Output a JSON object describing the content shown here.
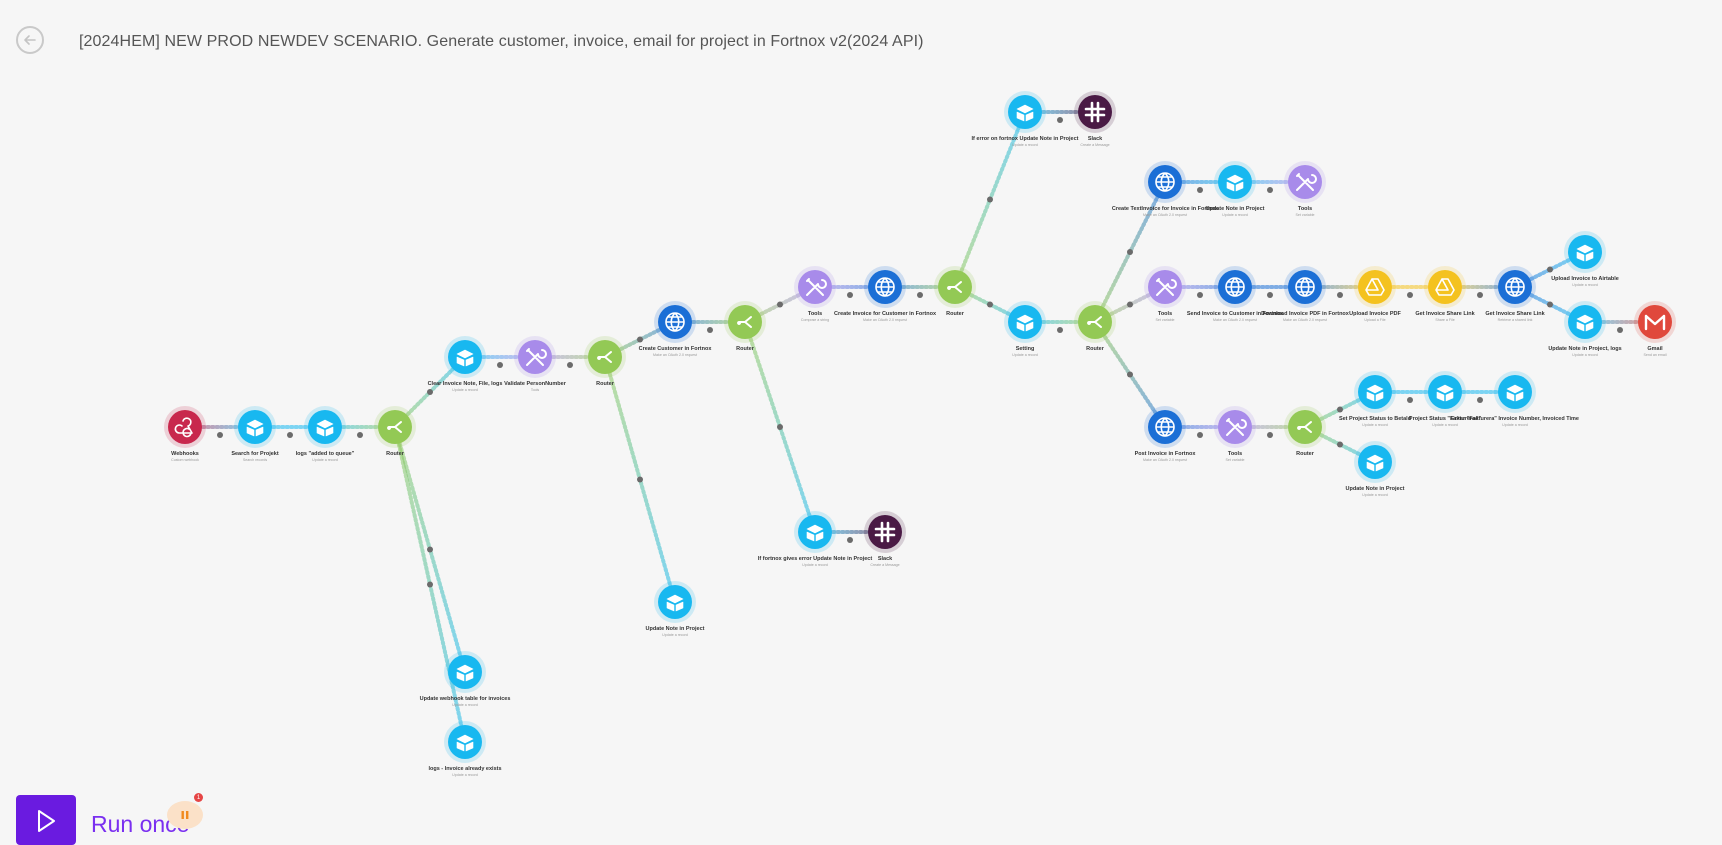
{
  "header": {
    "title": "[2024HEM] NEW PROD NEWDEV SCENARIO. Generate customer, invoice, email for project in Fortnox v2(2024 API)"
  },
  "footer": {
    "run_label": "Run once",
    "schedule_badge": "1"
  },
  "colors": {
    "airtable": "#18b8f0",
    "http": "#1b6fd6",
    "router": "#93c955",
    "tools": "#a88bea",
    "webhooks": "#c8284d",
    "slack": "#4a1a45",
    "gdrive": "#f4c21f",
    "gmail": "#e0483c",
    "accent": "#6a1be0"
  },
  "nodes": [
    {
      "id": "webhooks",
      "label": "Webhooks",
      "sub": "Custom webhook",
      "type": "webhooks"
    },
    {
      "id": "search_projekt",
      "label": "Search for Projekt",
      "sub": "Search records",
      "type": "airtable"
    },
    {
      "id": "logs_queue",
      "label": "logs \"added to queue\"",
      "sub": "Update a record",
      "type": "airtable"
    },
    {
      "id": "router1",
      "label": "Router",
      "sub": "",
      "type": "router"
    },
    {
      "id": "clear_invoice",
      "label": "Clear Invoice Note, File, logs",
      "sub": "Update a record",
      "type": "airtable"
    },
    {
      "id": "validate_pn",
      "label": "Validate PersonNumber",
      "sub": "Tools",
      "type": "tools"
    },
    {
      "id": "router2",
      "label": "Router",
      "sub": "",
      "type": "router"
    },
    {
      "id": "create_customer",
      "label": "Create Customer in Fortnox",
      "sub": "Make an OAuth 2.0 request",
      "type": "http"
    },
    {
      "id": "router3",
      "label": "Router",
      "sub": "",
      "type": "router"
    },
    {
      "id": "tools_a",
      "label": "Tools",
      "sub": "Compose a string",
      "type": "tools"
    },
    {
      "id": "create_inv_cust",
      "label": "Create Invoice for Customer in Fortnox",
      "sub": "Make an OAuth 2.0 request",
      "type": "http"
    },
    {
      "id": "router4",
      "label": "Router",
      "sub": "",
      "type": "router"
    },
    {
      "id": "err_update_note",
      "label": "If error on fortnox Update Note in Project",
      "sub": "Update a record",
      "type": "airtable"
    },
    {
      "id": "slack_top",
      "label": "Slack",
      "sub": "Create a Message",
      "type": "slack"
    },
    {
      "id": "setting",
      "label": "Setting",
      "sub": "Update a record",
      "type": "airtable"
    },
    {
      "id": "router5",
      "label": "Router",
      "sub": "",
      "type": "router"
    },
    {
      "id": "create_textinv",
      "label": "Create TextInvoice for Invoice in Fortnox",
      "sub": "Make an OAuth 2.0 request",
      "type": "http"
    },
    {
      "id": "update_note_top",
      "label": "Update Note in Project",
      "sub": "Update a record",
      "type": "airtable"
    },
    {
      "id": "tools_b",
      "label": "Tools",
      "sub": "Set variable",
      "type": "tools"
    },
    {
      "id": "tools_c",
      "label": "Tools",
      "sub": "Set variable",
      "type": "tools"
    },
    {
      "id": "send_invoice",
      "label": "Send Invoice to Customer in Fortnox",
      "sub": "Make an OAuth 2.0 request",
      "type": "http"
    },
    {
      "id": "download_pdf",
      "label": "Download Invoice PDF in Fortnox",
      "sub": "Make an OAuth 2.0 request",
      "type": "http"
    },
    {
      "id": "upload_pdf",
      "label": "Upload Invoice PDF",
      "sub": "Upload a File",
      "type": "gdrive"
    },
    {
      "id": "get_share_link_drive",
      "label": "Get Invoice Share Link",
      "sub": "Share a File",
      "type": "gdrive"
    },
    {
      "id": "get_share_link_http",
      "label": "Get Invoice Share Link",
      "sub": "Retrieve a shared link",
      "type": "http"
    },
    {
      "id": "upload_airtable",
      "label": "Upload Invoice to Airtable",
      "sub": "Update a record",
      "type": "airtable"
    },
    {
      "id": "update_note_logs",
      "label": "Update Note in Project, logs",
      "sub": "Update a record",
      "type": "airtable"
    },
    {
      "id": "gmail",
      "label": "Gmail",
      "sub": "Send an email",
      "type": "gmail"
    },
    {
      "id": "post_invoice",
      "label": "Post Invoice in Fortnox",
      "sub": "Make an OAuth 2.0 request",
      "type": "http"
    },
    {
      "id": "tools_d",
      "label": "Tools",
      "sub": "Set variable",
      "type": "tools"
    },
    {
      "id": "router6",
      "label": "Router",
      "sub": "",
      "type": "router"
    },
    {
      "id": "set_project_status",
      "label": "Set Project Status to Betald",
      "sub": "Update a record",
      "type": "airtable"
    },
    {
      "id": "project_status_fakturerad",
      "label": "Project Status \"Fakturerad\"",
      "sub": "Update a record",
      "type": "airtable"
    },
    {
      "id": "enter_fakturera",
      "label": "Enter \"Fakturera\" Invoice Number, Invoiced Time",
      "sub": "Update a record",
      "type": "airtable"
    },
    {
      "id": "update_note_mid",
      "label": "Update Note in Project",
      "sub": "Update a record",
      "type": "airtable"
    },
    {
      "id": "fortnox_err_note",
      "label": "If fortnox gives error Update Note in Project",
      "sub": "Update a record",
      "type": "airtable"
    },
    {
      "id": "slack_mid",
      "label": "Slack",
      "sub": "Create a Message",
      "type": "slack"
    },
    {
      "id": "update_note_low",
      "label": "Update Note in Project",
      "sub": "Update a record",
      "type": "airtable"
    },
    {
      "id": "update_webhook_table",
      "label": "Update webhook table for invoices",
      "sub": "Update a record",
      "type": "airtable"
    },
    {
      "id": "logs_exists",
      "label": "logs - Invoice already exists",
      "sub": "Update a record",
      "type": "airtable"
    }
  ]
}
